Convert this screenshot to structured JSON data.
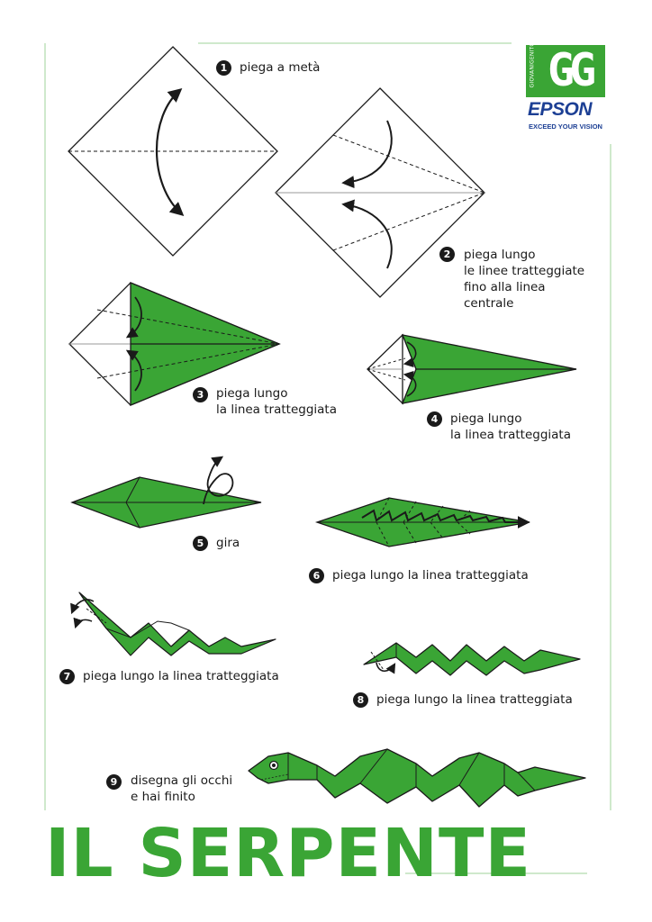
{
  "title": "IL SERPENTE",
  "logo": {
    "gg_vertical": "GIOVANIGENITORI.IT",
    "gg_letters": "GG",
    "brand": "EPSON",
    "tagline": "EXCEED YOUR VISION"
  },
  "colors": {
    "green": "#3aa535",
    "line": "#222222",
    "brand_blue": "#1c3f94"
  },
  "steps": [
    {
      "number": "1",
      "lines": [
        "piega a metà"
      ]
    },
    {
      "number": "2",
      "lines": [
        "piega lungo",
        "le linee tratteggiate",
        "fino alla linea",
        "centrale"
      ]
    },
    {
      "number": "3",
      "lines": [
        "piega lungo",
        "la linea tratteggiata"
      ]
    },
    {
      "number": "4",
      "lines": [
        "piega lungo",
        "la linea tratteggiata"
      ]
    },
    {
      "number": "5",
      "lines": [
        "gira"
      ]
    },
    {
      "number": "6",
      "lines": [
        "piega lungo la linea tratteggiata"
      ]
    },
    {
      "number": "7",
      "lines": [
        "piega lungo la linea tratteggiata"
      ]
    },
    {
      "number": "8",
      "lines": [
        "piega lungo la linea tratteggiata"
      ]
    },
    {
      "number": "9",
      "lines": [
        "disegna gli occhi",
        "e hai finito"
      ]
    }
  ]
}
